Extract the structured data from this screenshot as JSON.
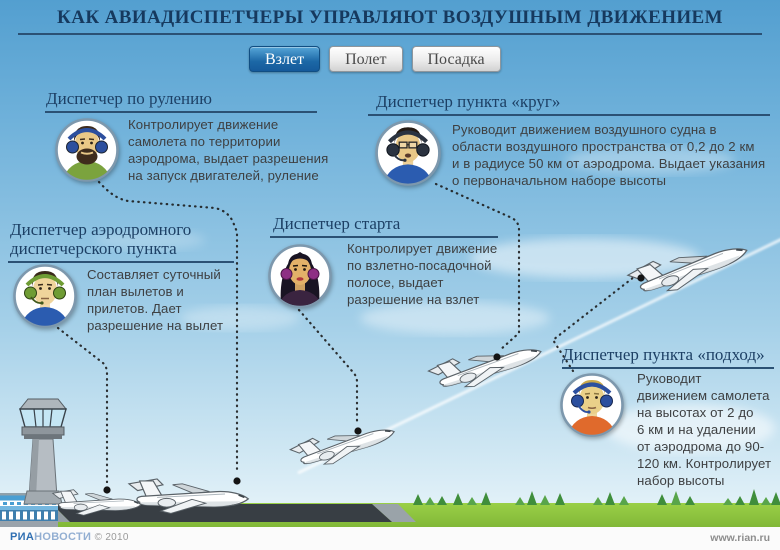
{
  "title": "КАК АВИАДИСПЕТЧЕРЫ УПРАВЛЯЮТ ВОЗДУШНЫМ ДВИЖЕНИЕМ",
  "tabs": [
    {
      "label": "Взлет",
      "active": true
    },
    {
      "label": "Полет",
      "active": false
    },
    {
      "label": "Посадка",
      "active": false
    }
  ],
  "controllers": [
    {
      "id": "taxi",
      "title": "Диспетчер по рулению",
      "description": "Контролирует движение\nсамолета по территории\nаэродрома, выдает разрешения\nна запуск двигателей, руление",
      "avatar": {
        "skin": "#e9c887",
        "hair": "#3f2c1c",
        "shirt": "#7ba33e",
        "headset": "#2c4f9e"
      }
    },
    {
      "id": "krug",
      "title": "Диспетчер пункта «круг»",
      "description": "Руководит движением воздушного судна в\nобласти воздушного пространства от 0,2 до 2 км\nи в радиусе 50 км от аэродрома. Выдает указания\nо первоначальном наборе высоты",
      "avatar": {
        "skin": "#e9c887",
        "hair": "#241a12",
        "shirt": "#2b5cb0",
        "headset": "#2b3340"
      }
    },
    {
      "id": "aerodrome",
      "title": "Диспетчер аэродромного\nдиспетчерского пункта",
      "description": "Составляет суточный\nплан вылетов и\nприлетов. Дает\nразрешение на вылет",
      "avatar": {
        "skin": "#f0d49b",
        "hair": "#3a2a1a",
        "shirt": "#2b5cb0",
        "headset": "#6f9c34"
      }
    },
    {
      "id": "start",
      "title": "Диспетчер старта",
      "description": "Контролирует движение\nпо взлетно-посадочной\nполосе, выдает\nразрешение на взлет",
      "avatar": {
        "skin": "#e3b169",
        "hair": "#191423",
        "shirt": "#3a2440",
        "headset": "#8e2f84"
      }
    },
    {
      "id": "podkhod",
      "title": "Диспетчер пункта «подход»",
      "description": "Руководит\nдвижением самолета\nна высотах от 2 до\n6 км и на удалении\nот аэродрома до 90-\n120 км. Контролирует\nнабор высоты",
      "avatar": {
        "skin": "#ead089",
        "hair": "#caa84a",
        "shirt": "#e06a2c",
        "headset": "#2c4f9e"
      }
    }
  ],
  "footer": {
    "brand_ria": "РИА",
    "brand_novosti": "НОВОСТИ",
    "copyright": "© 2010",
    "website": "www.rian.ru"
  },
  "colors": {
    "sky_top": "#539fd0",
    "title_text": "#16395e",
    "heading_text": "#1d4065",
    "body_text": "#3e4042",
    "active_tab_blue": "#1c68a6",
    "grass_green": "#8fc73e",
    "tree_green": "#3f8e3b",
    "runway_gray": "#383e44",
    "footer_ria_blue": "#2f6fb2",
    "footer_novosti_blue": "#93afd2"
  }
}
